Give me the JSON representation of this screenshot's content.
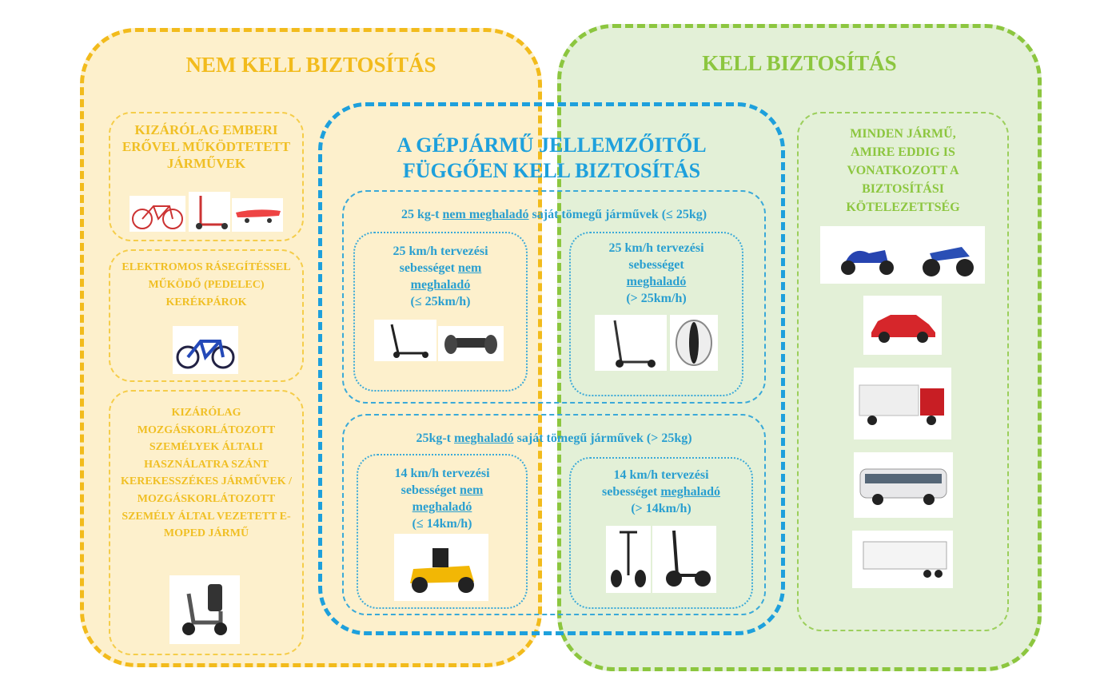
{
  "left": {
    "title": "NEM KELL BIZTOSÍTÁS",
    "boxes": [
      {
        "text": "KIZÁRÓLAG EMBERI ERŐVEL MŰKÖDTETETT JÁRMŰVEK"
      },
      {
        "text": "ELEKTROMOS RÁSEGÍTÉSSEL MŰKÖDŐ (PEDELEC) KERÉKPÁROK"
      },
      {
        "text": "KIZÁRÓLAG MOZGÁSKORLÁTOZOTT SZEMÉLYEK ÁLTALI HASZNÁLATRA SZÁNT KEREKESSZÉKES JÁRMŰVEK / MOZGÁSKORLÁTOZOTT SZEMÉLY ÁLTAL VEZETETT E-MOPED JÁRMŰ"
      }
    ]
  },
  "right": {
    "title": "KELL BIZTOSÍTÁS",
    "box": "MINDEN JÁRMŰ, AMIRE EDDIG IS VONATKOZOTT A BIZTOSÍTÁSI KÖTELEZETTSÉG"
  },
  "middle": {
    "title1": "A GÉPJÁRMŰ JELLEMZŐITŐL",
    "title2": "FÜGGŐEN KELL BIZTOSÍTÁS",
    "light": {
      "pre": "25 kg-t ",
      "u": "nem meghaladó",
      "post": " saját tömegű járművek (≤ 25kg)",
      "a": {
        "l1": "25 km/h tervezési",
        "l2": "sebességet ",
        "l2u": "nem",
        "l3u": "meghaladó",
        "l4": "(≤ 25km/h)"
      },
      "b": {
        "l1": "25 km/h tervezési",
        "l2": "sebességet",
        "l3u": "meghaladó",
        "l4": "(> 25km/h)"
      }
    },
    "heavy": {
      "pre": "25kg-t ",
      "u": "meghaladó",
      "post": " saját tömegű járművek (> 25kg)",
      "a": {
        "l1": "14 km/h tervezési",
        "l2": "sebességet ",
        "l2u": "nem",
        "l3u": "meghaladó",
        "l4": "(≤ 14km/h)"
      },
      "b": {
        "l1": "14 km/h tervezési",
        "l2": "sebességet ",
        "l2u": "meghaladó",
        "l4": "(> 14km/h)"
      }
    }
  }
}
